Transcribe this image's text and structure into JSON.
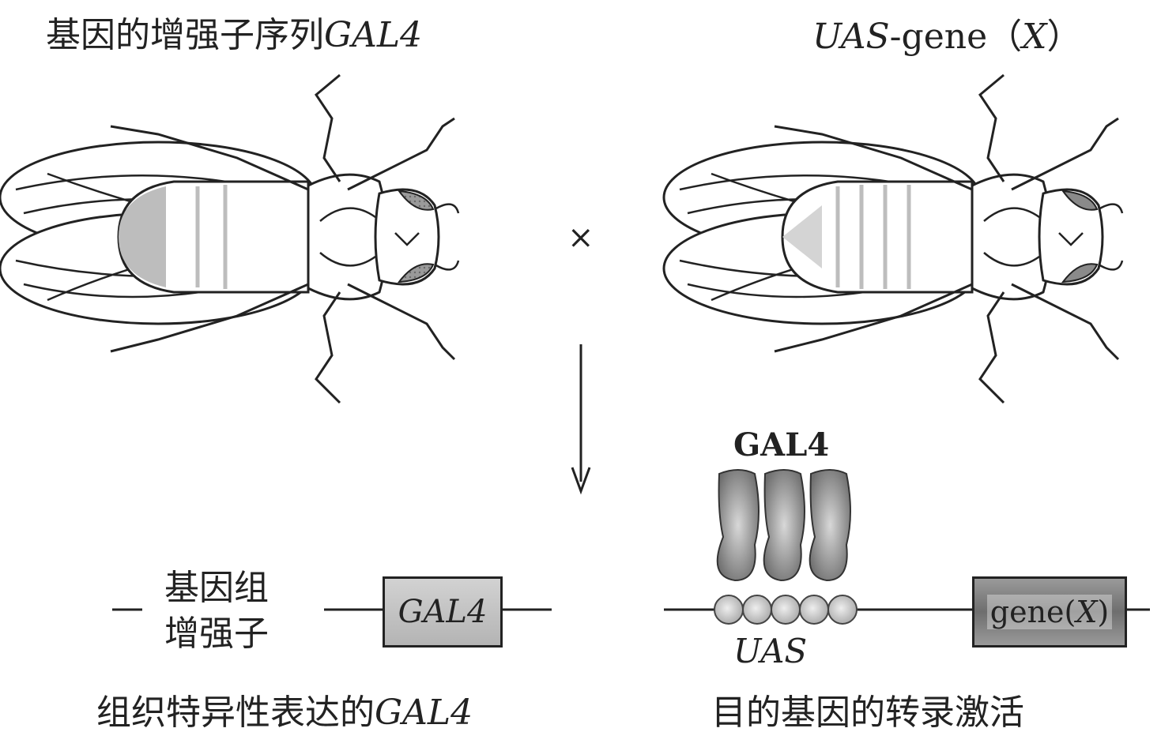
{
  "top_left_label": {
    "prefix": "基因的增强子序列",
    "gene": "GAL4"
  },
  "top_right_label": {
    "uas": "UAS",
    "suffix": "-gene（",
    "x": "X",
    "close": "）"
  },
  "cross_symbol": "×",
  "gal4_protein_label": "GAL4",
  "uas_label": "UAS",
  "enhancer_label": {
    "line1": "基因组",
    "line2": "增强子"
  },
  "gal4_gene_box": "GAL4",
  "target_gene_box": {
    "prefix": "gene(",
    "x": "X",
    "suffix": ")"
  },
  "caption_left": {
    "prefix": "组织特异性表达的",
    "gene": "GAL4"
  },
  "caption_right": "目的基因的转录激活",
  "colors": {
    "ink": "#222222",
    "body_shading": "#bdbdbd",
    "eye": "#8a8a8a",
    "gene_box_light": "#c4c4c4",
    "gene_box_dark": "#7a7a7a",
    "protein": "#888888",
    "uas_bead": "#c8c8c8"
  }
}
